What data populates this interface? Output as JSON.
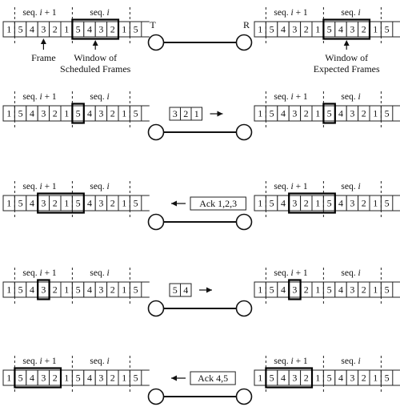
{
  "labels": {
    "transmitter": "T",
    "receiver": "R",
    "frame": "Frame",
    "window_sched_1": "Window of",
    "window_sched_2": "Scheduled Frames",
    "window_exp_1": "Window of",
    "window_exp_2": "Expected Frames"
  },
  "seq_text": {
    "prefix": "seq. ",
    "var": "i",
    "plus": " + 1"
  },
  "cells": [
    "1",
    "5",
    "4",
    "3",
    "2",
    "1",
    "5",
    "4",
    "3",
    "2",
    "1",
    "5"
  ],
  "steps": [
    {
      "sender_window": [
        6,
        10
      ],
      "receiver_window": [
        6,
        10
      ],
      "message": null,
      "direction": null
    },
    {
      "sender_window": [
        6,
        7
      ],
      "receiver_window": [
        6,
        7
      ],
      "message": [
        "3",
        "2",
        "1"
      ],
      "direction": "right"
    },
    {
      "sender_window": [
        3,
        7
      ],
      "receiver_window": [
        3,
        7
      ],
      "message": [
        "Ack 1,2,3"
      ],
      "direction": "left"
    },
    {
      "sender_window": [
        3,
        4
      ],
      "receiver_window": [
        3,
        4
      ],
      "message": [
        "5",
        "4"
      ],
      "direction": "right"
    },
    {
      "sender_window": [
        1,
        5
      ],
      "receiver_window": [
        1,
        5
      ],
      "message": [
        "Ack 4,5"
      ],
      "direction": "left"
    }
  ]
}
